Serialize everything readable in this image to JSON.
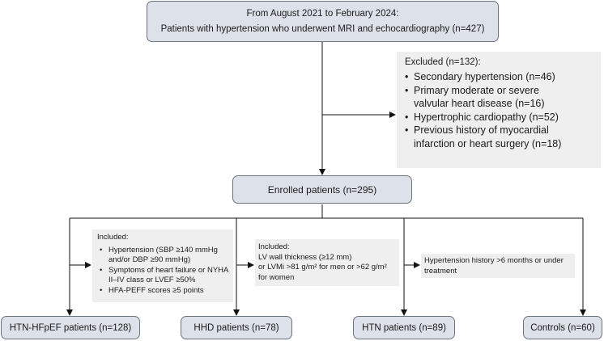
{
  "top_box": {
    "line1": "From August 2021 to February 2024:",
    "line2": "Patients with hypertension who underwent MRI and echocardiography (n=427)"
  },
  "excluded": {
    "title": "Excluded (n=132):",
    "items": [
      "Secondary hypertension (n=46)",
      "Primary moderate or severe valvular heart disease (n=16)",
      "Hypertrophic cardiopathy (n=52)",
      "Previous history of myocardial infarction or heart surgery (n=18)"
    ]
  },
  "enrolled": {
    "label": "Enrolled patients (n=295)"
  },
  "criteria": {
    "htn_hfpef": {
      "title": "Included:",
      "items": [
        "Hypertension (SBP ≥140 mmHg and/or DBP ≥90 mmHg)",
        "Symptoms of heart failure or NYHA II–IV class or LVEF ≥50%",
        "HFA-PEFF scores ≥5 points"
      ]
    },
    "hhd": {
      "title": "Included:",
      "line1": "LV wall thickness (≥12 mm)",
      "line2": "or LVMi >81 g/m² for men or >62 g/m² for women"
    },
    "htn": {
      "line1": "Hypertension history >6 months or under treatment"
    }
  },
  "groups": [
    {
      "label": "HTN-HFpEF patients (n=128)"
    },
    {
      "label": "HHD patients (n=78)"
    },
    {
      "label": "HTN patients (n=89)"
    },
    {
      "label": "Controls (n=60)"
    }
  ]
}
